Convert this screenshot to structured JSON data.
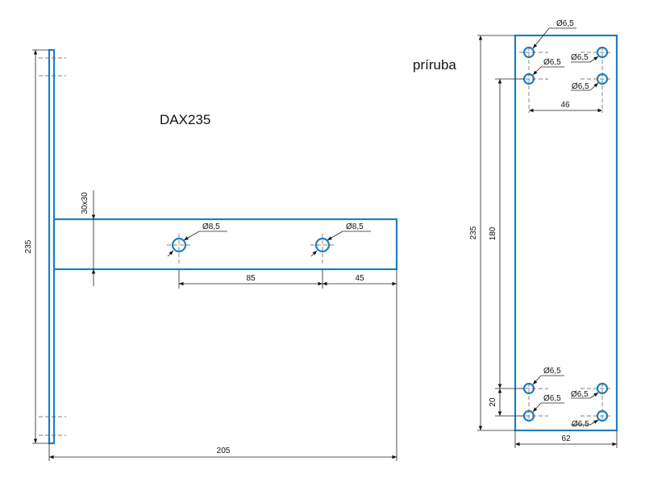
{
  "labels": {
    "title": "DAX235",
    "flange": "príruba"
  },
  "dims": {
    "bar_height": "235",
    "arm_profile": "30x30",
    "hole_large_a": "Ø8,5",
    "hole_large_b": "Ø8,5",
    "spacing_85": "85",
    "spacing_45": "45",
    "length_205": "205",
    "flange_height": "235",
    "flange_180": "180",
    "flange_20": "20",
    "flange_46": "46",
    "flange_62": "62",
    "hole_tl": "Ø6,5",
    "hole_tl2": "Ø6,5",
    "hole_tr": "Ø6,5",
    "hole_tr2": "Ø6,5",
    "hole_bl": "Ø6,5",
    "hole_bl2": "Ø6,5",
    "hole_br": "Ø6,5",
    "hole_br2": "Ø6,5"
  },
  "colors": {
    "part": "#1f7fc0",
    "dimension": "#222222"
  }
}
